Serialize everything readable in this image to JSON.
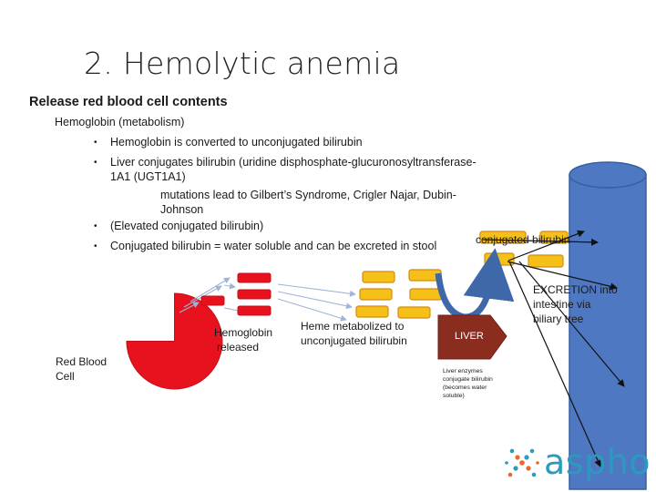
{
  "slide": {
    "title": "2.  Hemolytic anemia",
    "subtitle": "Release red blood cell contents"
  },
  "text": {
    "hemoglobin_metabolism": "Hemoglobin (metabolism)",
    "bullet1": "Hemoglobin is converted to unconjugated bilirubin",
    "bullet2_line1": "Liver conjugates bilirubin (uridine disphosphate-glucuronosyltransferase-",
    "bullet2_line2": "1A1 (UGT1A1)",
    "mutations_line1": "mutations lead to Gilbert’s Syndrome, Crigler Najar, Dubin-",
    "mutations_line2": "Johnson",
    "bullet3": "(Elevated conjugated bilirubin)",
    "bullet4": "Conjugated bilirubin = water soluble and can be excreted in stool"
  },
  "diagram": {
    "conjugated_bilirubin_label": "conjugated bilirubin",
    "excretion_line1": "EXCRETION into",
    "excretion_line2": "intestine via",
    "excretion_line3": "biliary tree",
    "hemoglobin_released_line1": "Hemoglobin",
    "hemoglobin_released_line2": "released",
    "heme_metabolized_line1": "Heme metabolized to",
    "heme_metabolized_line2": "unconjugated bilirubin",
    "liver_label": "LIVER",
    "rbc_line1": "Red Blood",
    "rbc_line2": "Cell",
    "liver_enzymes_line1": "Liver enzymes",
    "liver_enzymes_line2": "conjugate bilirubin",
    "liver_enzymes_line3": "(becomes water",
    "liver_enzymes_line4": "soluble)"
  },
  "logo": {
    "text": "aspho"
  },
  "colors": {
    "rbc_red": "#e8121e",
    "bilirubin_yellow": "#f5c018",
    "bilirubin_outline": "#d58b10",
    "liver_brown": "#8b2d1e",
    "intestine_blue": "#4e79c2",
    "logo_teal": "#2a9bbf",
    "logo_orange": "#e8682e"
  }
}
